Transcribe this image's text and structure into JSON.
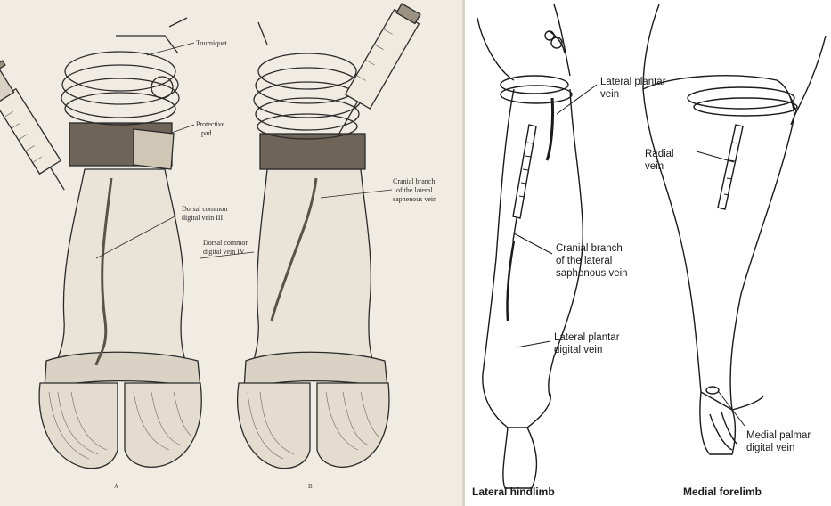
{
  "left_panel": {
    "labels": {
      "tourniquet": "Tourniquet",
      "protective_pad_1": "Protective",
      "protective_pad_2": "pad",
      "dorsal_common_iii_1": "Dorsal common",
      "dorsal_common_iii_2": "digital vein III",
      "dorsal_common_iv_1": "Dorsal common",
      "dorsal_common_iv_2": "digital vein IV",
      "cranial_branch_1": "Cranial branch",
      "cranial_branch_2": "of the lateral",
      "cranial_branch_3": "saphenous vein"
    },
    "subfigure_letters": {
      "a": "A",
      "b": "B"
    }
  },
  "right_panel": {
    "labels": {
      "lateral_plantar_1": "Lateral plantar",
      "lateral_plantar_2": "vein",
      "radial_1": "Radial",
      "radial_2": "vein",
      "cranial_branch_1": "Cranial branch",
      "cranial_branch_2": "of the lateral",
      "cranial_branch_3": "saphenous vein",
      "lateral_plantar_digital_1": "Lateral plantar",
      "lateral_plantar_digital_2": "digital vein",
      "medial_palmar_digital_1": "Medial palmar",
      "medial_palmar_digital_2": "digital vein"
    },
    "captions": {
      "hindlimb": "Lateral hindlimb",
      "forelimb": "Medial forelimb"
    }
  },
  "colors": {
    "left_background": "#f1ece3",
    "ink": "#1a1a1a"
  }
}
